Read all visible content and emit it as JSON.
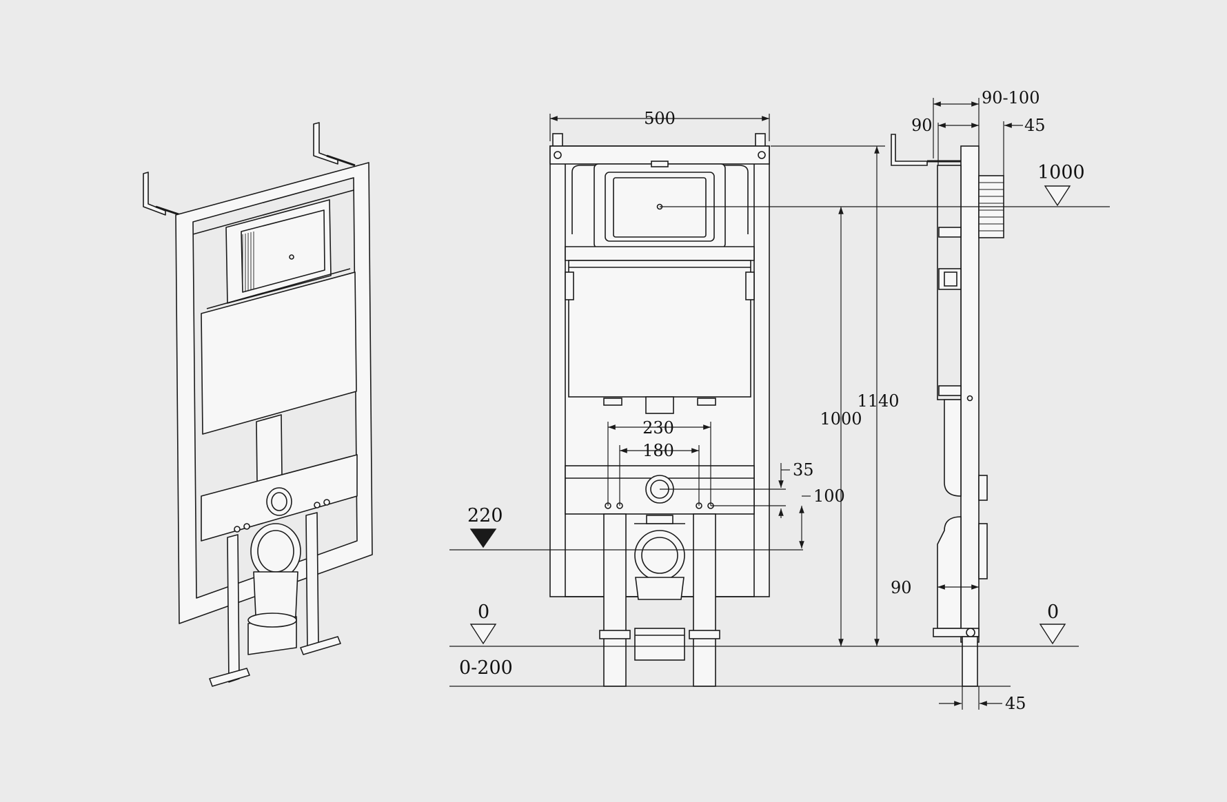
{
  "colors": {
    "background": "#ebebeb",
    "line": "#1a1a1a",
    "fill": "#f7f7f7"
  },
  "front_view": {
    "width": "500",
    "overall_height": "1140",
    "button_height": "1000",
    "outlet_spacing_outer": "230",
    "outlet_spacing_inner": "180",
    "offset_small": "35",
    "offset_large": "100"
  },
  "side_view": {
    "depth_range": "90-100",
    "depth": "90",
    "flush_plate_depth": "45",
    "bottom_depth": "90",
    "foot_depth": "45"
  },
  "levels": {
    "drain_axis": "220",
    "floor_left": "0",
    "floor_right": "0",
    "adjust_range": "0-200",
    "button_axis": "1000"
  }
}
